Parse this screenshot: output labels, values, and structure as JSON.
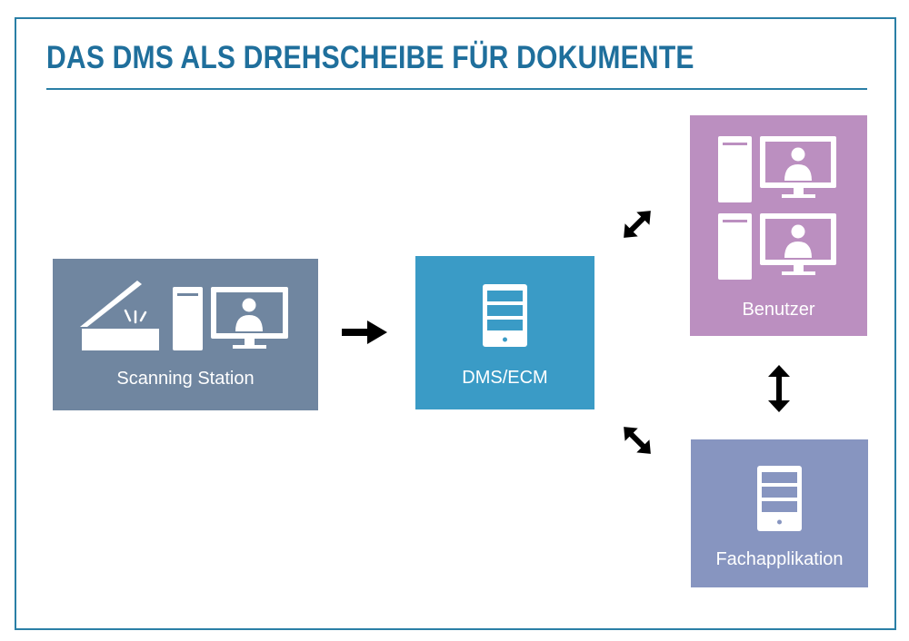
{
  "title": "DAS DMS ALS DREHSCHEIBE FÜR DOKUMENTE",
  "nodes": {
    "scanning": {
      "label": "Scanning Station",
      "color": "#7086a0",
      "icons": [
        "scanner-icon",
        "tower-pc-icon",
        "monitor-user-icon"
      ]
    },
    "dms": {
      "label": "DMS/ECM",
      "color": "#3a9bc6",
      "icons": [
        "server-icon"
      ]
    },
    "benutzer": {
      "label": "Benutzer",
      "color": "#bb8fc0",
      "icons": [
        "tower-pc-icon",
        "monitor-user-icon",
        "tower-pc-icon",
        "monitor-user-icon"
      ]
    },
    "fach": {
      "label": "Fachapplikation",
      "color": "#8795c0",
      "icons": [
        "server-icon"
      ]
    }
  },
  "colors": {
    "frame": "#2a7fa6",
    "title": "#1f6f9c",
    "arrows": "#000000"
  },
  "edges": [
    {
      "from": "scanning",
      "to": "dms",
      "direction": "one-way"
    },
    {
      "from": "dms",
      "to": "benutzer",
      "direction": "two-way"
    },
    {
      "from": "dms",
      "to": "fach",
      "direction": "two-way"
    },
    {
      "from": "benutzer",
      "to": "fach",
      "direction": "two-way"
    }
  ]
}
